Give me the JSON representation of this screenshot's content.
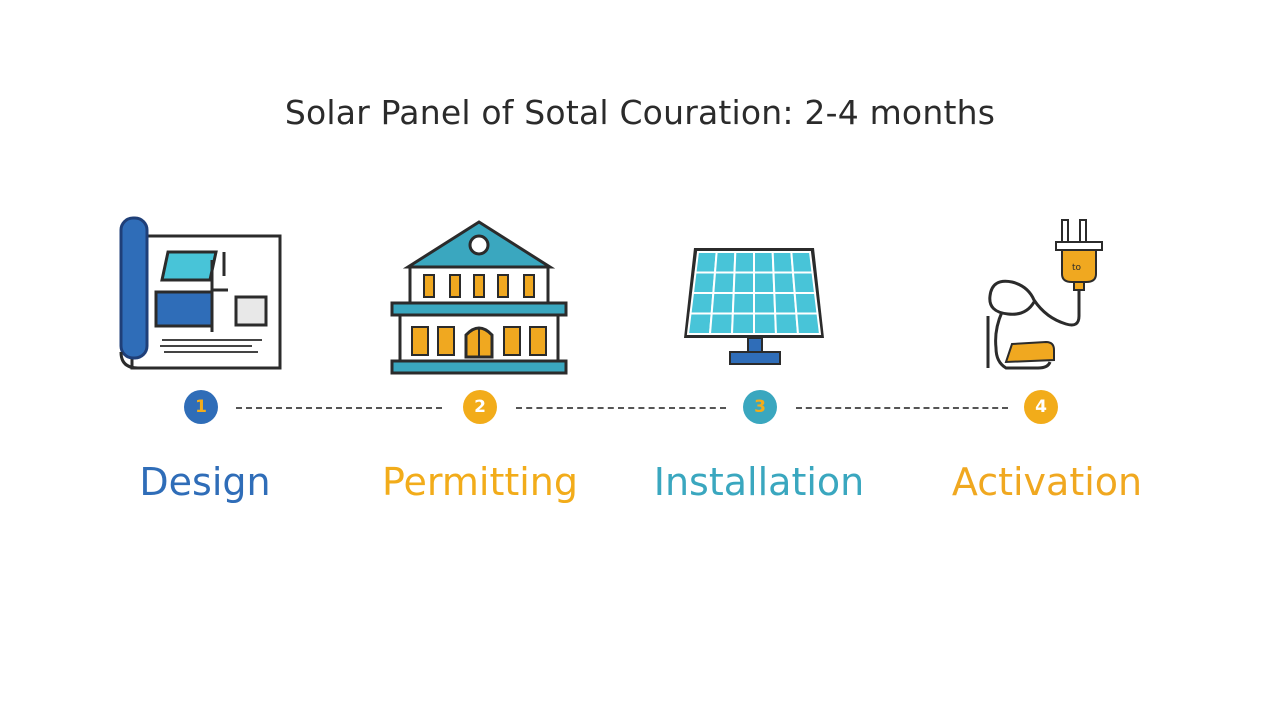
{
  "title": "Solar Panel of Sotal Couration: 2-4 months",
  "colors": {
    "blue": "#2f6db8",
    "yellow": "#f2ac1a",
    "teal": "#3aa7bf",
    "orange": "#f0a820",
    "dark": "#2b2b2b",
    "panel": "#48c4d8"
  },
  "steps": [
    {
      "number": "1",
      "label": "Design",
      "icon": "blueprint-icon"
    },
    {
      "number": "2",
      "label": "Permitting",
      "icon": "government-building-icon"
    },
    {
      "number": "3",
      "label": "Installation",
      "icon": "solar-panel-icon"
    },
    {
      "number": "4",
      "label": "Activation",
      "icon": "power-plug-icon"
    }
  ]
}
